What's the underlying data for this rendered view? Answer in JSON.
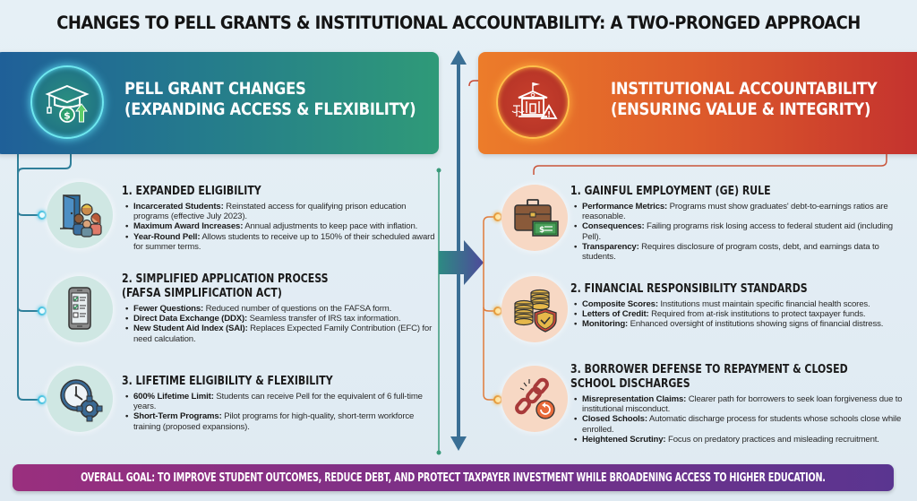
{
  "title": "CHANGES TO PELL GRANTS & INSTITUTIONAL ACCOUNTABILITY: A TWO-PRONGED APPROACH",
  "left": {
    "banner": {
      "line1": "PELL GRANT CHANGES",
      "line2": "(EXPANDING ACCESS & FLEXIBILITY)",
      "icon": "graduation-cap-dollar-arrow-icon",
      "color_start": "#1f5f99",
      "color_end": "#2f9a78"
    },
    "sections": [
      {
        "heading": "1. EXPANDED ELIGIBILITY",
        "icon": "open-door-people-icon",
        "bullets": [
          {
            "label": "Incarcerated Students:",
            "text": " Reinstated access for qualifying prison education programs (effective July 2023)."
          },
          {
            "label": "Maximum Award Increases:",
            "text": " Annual adjustments to keep pace with inflation."
          },
          {
            "label": "Year-Round Pell:",
            "text": " Allows students to receive up to 150% of their scheduled award for summer terms."
          }
        ]
      },
      {
        "heading": "2. SIMPLIFIED APPLICATION PROCESS",
        "heading2": "(FAFSA SIMPLIFICATION ACT)",
        "icon": "phone-checklist-icon",
        "bullets": [
          {
            "label": "Fewer Questions:",
            "text": " Reduced number of questions on the FAFSA form."
          },
          {
            "label": "Direct Data Exchange (DDX):",
            "text": " Seamless transfer of IRS tax information."
          },
          {
            "label": "New Student Aid Index (SAI):",
            "text": " Replaces Expected Family Contribution (EFC) for need calculation."
          }
        ]
      },
      {
        "heading": "3. LIFETIME ELIGIBILITY & FLEXIBILITY",
        "icon": "clock-gear-icon",
        "bullets": [
          {
            "label": "600% Lifetime Limit:",
            "text": " Students can receive Pell for the equivalent of 6 full-time years."
          },
          {
            "label": "Short-Term Programs:",
            "text": " Pilot programs for high-quality, short-term workforce training (proposed expansions)."
          }
        ]
      }
    ]
  },
  "right": {
    "banner": {
      "line1": "INSTITUTIONAL ACCOUNTABILITY",
      "line2": "(ENSURING VALUE & INTEGRITY)",
      "icon": "institution-scales-warning-icon",
      "color_start": "#ec7c2a",
      "color_end": "#c3312e"
    },
    "sections": [
      {
        "heading": "1. GAINFUL EMPLOYMENT (GE) RULE",
        "icon": "briefcase-money-icon",
        "bullets": [
          {
            "label": "Performance Metrics:",
            "text": " Programs must show graduates' debt-to-earnings ratios are reasonable."
          },
          {
            "label": "Consequences:",
            "text": " Failing programs risk losing access to federal student aid (including Pell)."
          },
          {
            "label": "Transparency:",
            "text": " Requires disclosure of program costs, debt, and earnings data to students."
          }
        ]
      },
      {
        "heading": "2. FINANCIAL RESPONSIBILITY STANDARDS",
        "icon": "coins-shield-icon",
        "bullets": [
          {
            "label": "Composite Scores:",
            "text": " Institutions must maintain specific financial health scores."
          },
          {
            "label": "Letters of Credit:",
            "text": " Required from at-risk institutions to protect taxpayer funds."
          },
          {
            "label": "Monitoring:",
            "text": " Enhanced oversight of institutions showing signs of financial distress."
          }
        ]
      },
      {
        "heading": "3. BORROWER DEFENSE TO REPAYMENT & CLOSED",
        "heading2": "SCHOOL DISCHARGES",
        "icon": "broken-chain-undo-icon",
        "bullets": [
          {
            "label": "Misrepresentation Claims:",
            "text": " Clearer path for borrowers to seek loan forgiveness due to institutional misconduct."
          },
          {
            "label": "Closed Schools:",
            "text": " Automatic discharge process for students whose schools close while enrolled."
          },
          {
            "label": "Heightened Scrutiny:",
            "text": " Focus on predatory practices and misleading recruitment."
          }
        ]
      }
    ]
  },
  "footer": {
    "goal": "OVERALL GOAL: TO IMPROVE STUDENT OUTCOMES, REDUCE DEBT, AND PROTECT TAXPAYER INVESTMENT WHILE BROADENING ACCESS TO HIGHER EDUCATION.",
    "color_start": "#9a2f7e",
    "color_end": "#5a3590"
  }
}
